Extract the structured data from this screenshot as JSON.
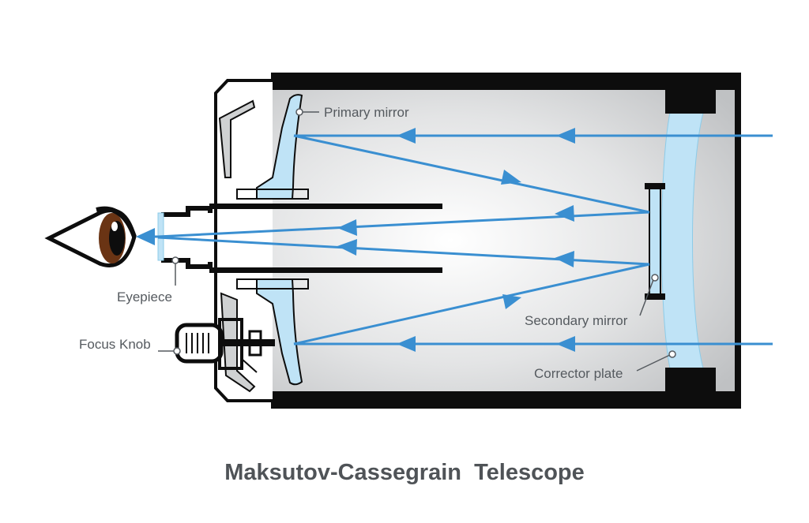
{
  "title": "Maksutov-Cassegrain  Telescope",
  "labels": {
    "primary_mirror": "Primary mirror",
    "eyepiece": "Eyepiece",
    "focus_knob": "Focus Knob",
    "secondary_mirror": "Secondary mirror",
    "corrector_plate": "Corrector plate"
  },
  "colors": {
    "light_ray": "#3a8fd1",
    "glass": "#bfe3f6",
    "body": "#0d0d0d",
    "tube_interior": "#d9dadb",
    "text": "#555a5f"
  }
}
